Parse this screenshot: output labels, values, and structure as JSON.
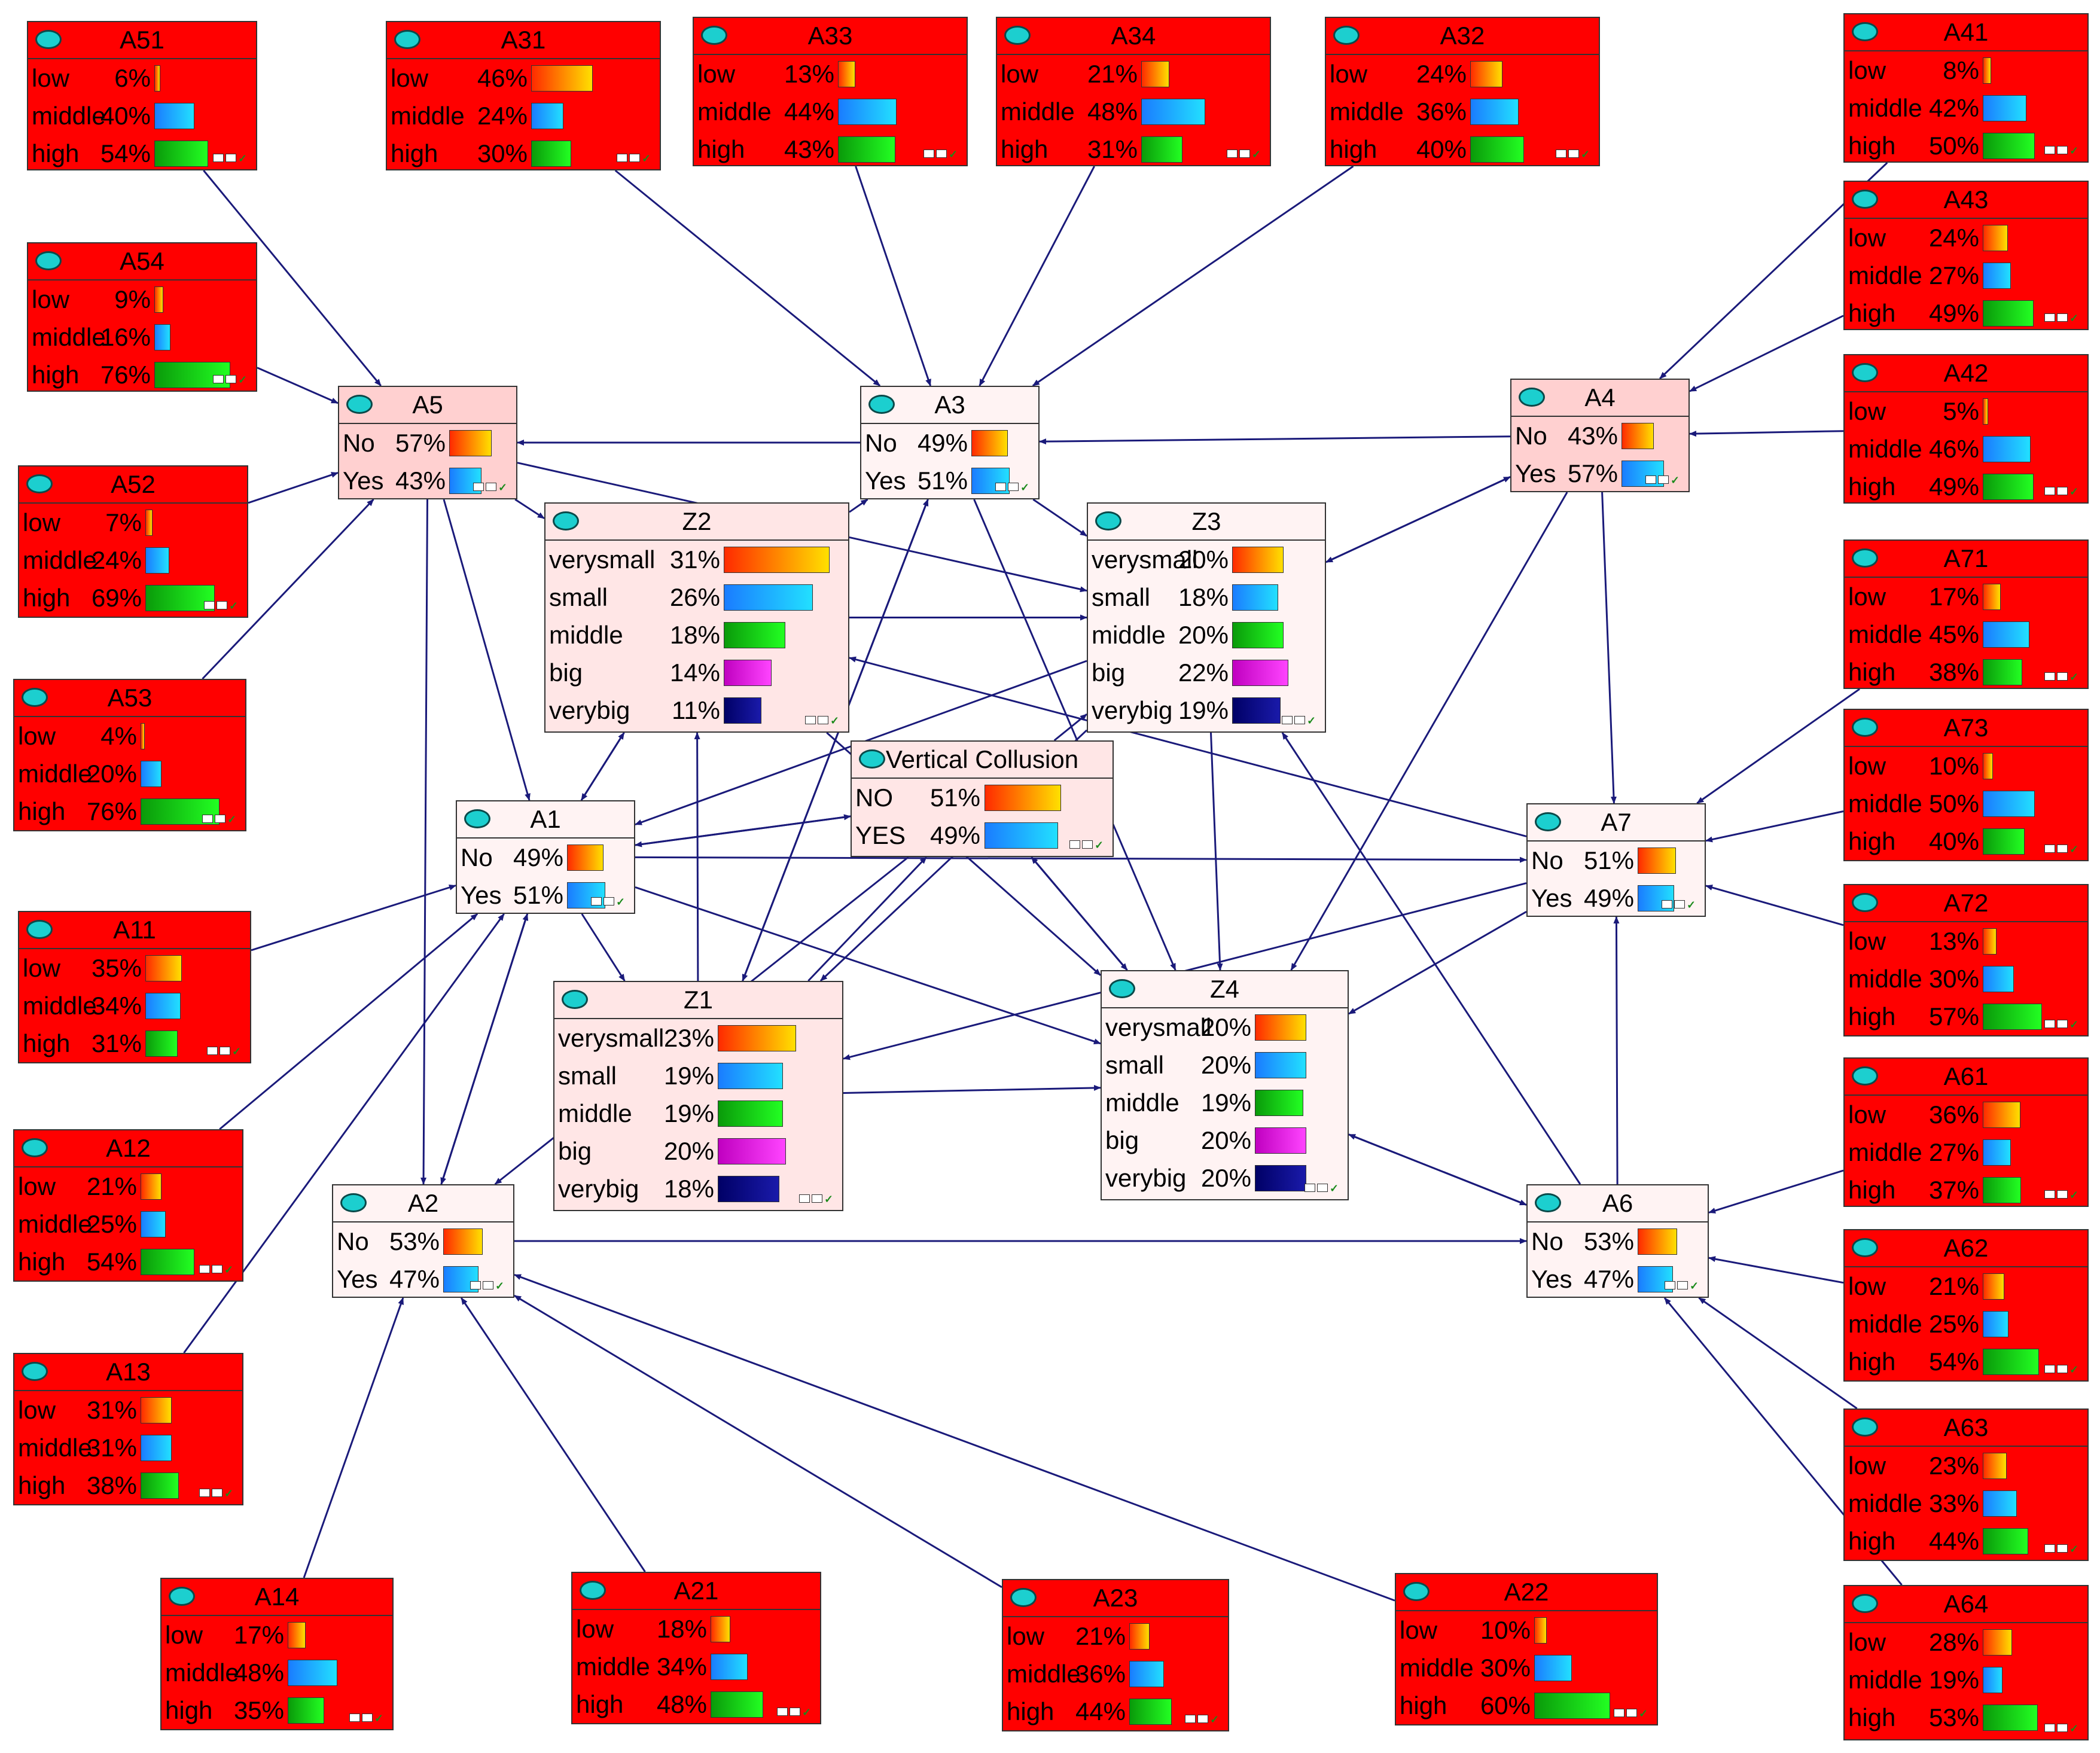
{
  "colors": {
    "leaf_background": "#ff0000",
    "node_background": "#fff3f3",
    "node_background_pink": "#ffd0d0",
    "edge": "#1a1a7a",
    "state_bar_colors": [
      "orange-gradient",
      "cyan-blue",
      "green",
      "magenta",
      "navy"
    ]
  },
  "icons": {
    "node_header": "cyan-ellipse-icon",
    "node_footer": "network-check-icon"
  },
  "nodes": {
    "A51": {
      "title": "A51",
      "states": [
        {
          "label": "low",
          "pct": "6%",
          "value": 6
        },
        {
          "label": "middle",
          "pct": "40%",
          "value": 40
        },
        {
          "label": "high",
          "pct": "54%",
          "value": 54
        }
      ]
    },
    "A31": {
      "title": "A31",
      "states": [
        {
          "label": "low",
          "pct": "46%",
          "value": 46
        },
        {
          "label": "middle",
          "pct": "24%",
          "value": 24
        },
        {
          "label": "high",
          "pct": "30%",
          "value": 30
        }
      ]
    },
    "A33": {
      "title": "A33",
      "states": [
        {
          "label": "low",
          "pct": "13%",
          "value": 13
        },
        {
          "label": "middle",
          "pct": "44%",
          "value": 44
        },
        {
          "label": "high",
          "pct": "43%",
          "value": 43
        }
      ]
    },
    "A34": {
      "title": "A34",
      "states": [
        {
          "label": "low",
          "pct": "21%",
          "value": 21
        },
        {
          "label": "middle",
          "pct": "48%",
          "value": 48
        },
        {
          "label": "high",
          "pct": "31%",
          "value": 31
        }
      ]
    },
    "A32": {
      "title": "A32",
      "states": [
        {
          "label": "low",
          "pct": "24%",
          "value": 24
        },
        {
          "label": "middle",
          "pct": "36%",
          "value": 36
        },
        {
          "label": "high",
          "pct": "40%",
          "value": 40
        }
      ]
    },
    "A41": {
      "title": "A41",
      "states": [
        {
          "label": "low",
          "pct": "8%",
          "value": 8
        },
        {
          "label": "middle",
          "pct": "42%",
          "value": 42
        },
        {
          "label": "high",
          "pct": "50%",
          "value": 50
        }
      ]
    },
    "A43": {
      "title": "A43",
      "states": [
        {
          "label": "low",
          "pct": "24%",
          "value": 24
        },
        {
          "label": "middle",
          "pct": "27%",
          "value": 27
        },
        {
          "label": "high",
          "pct": "49%",
          "value": 49
        }
      ]
    },
    "A54": {
      "title": "A54",
      "states": [
        {
          "label": "low",
          "pct": "9%",
          "value": 9
        },
        {
          "label": "middle",
          "pct": "16%",
          "value": 16
        },
        {
          "label": "high",
          "pct": "76%",
          "value": 76
        }
      ]
    },
    "A42": {
      "title": "A42",
      "states": [
        {
          "label": "low",
          "pct": "5%",
          "value": 5
        },
        {
          "label": "middle",
          "pct": "46%",
          "value": 46
        },
        {
          "label": "high",
          "pct": "49%",
          "value": 49
        }
      ]
    },
    "A52": {
      "title": "A52",
      "states": [
        {
          "label": "low",
          "pct": "7%",
          "value": 7
        },
        {
          "label": "middle",
          "pct": "24%",
          "value": 24
        },
        {
          "label": "high",
          "pct": "69%",
          "value": 69
        }
      ]
    },
    "A71": {
      "title": "A71",
      "states": [
        {
          "label": "low",
          "pct": "17%",
          "value": 17
        },
        {
          "label": "middle",
          "pct": "45%",
          "value": 45
        },
        {
          "label": "high",
          "pct": "38%",
          "value": 38
        }
      ]
    },
    "A53": {
      "title": "A53",
      "states": [
        {
          "label": "low",
          "pct": "4%",
          "value": 4
        },
        {
          "label": "middle",
          "pct": "20%",
          "value": 20
        },
        {
          "label": "high",
          "pct": "76%",
          "value": 76
        }
      ]
    },
    "A73": {
      "title": "A73",
      "states": [
        {
          "label": "low",
          "pct": "10%",
          "value": 10
        },
        {
          "label": "middle",
          "pct": "50%",
          "value": 50
        },
        {
          "label": "high",
          "pct": "40%",
          "value": 40
        }
      ]
    },
    "A11": {
      "title": "A11",
      "states": [
        {
          "label": "low",
          "pct": "35%",
          "value": 35
        },
        {
          "label": "middle",
          "pct": "34%",
          "value": 34
        },
        {
          "label": "high",
          "pct": "31%",
          "value": 31
        }
      ]
    },
    "A72": {
      "title": "A72",
      "states": [
        {
          "label": "low",
          "pct": "13%",
          "value": 13
        },
        {
          "label": "middle",
          "pct": "30%",
          "value": 30
        },
        {
          "label": "high",
          "pct": "57%",
          "value": 57
        }
      ]
    },
    "A12": {
      "title": "A12",
      "states": [
        {
          "label": "low",
          "pct": "21%",
          "value": 21
        },
        {
          "label": "middle",
          "pct": "25%",
          "value": 25
        },
        {
          "label": "high",
          "pct": "54%",
          "value": 54
        }
      ]
    },
    "A61": {
      "title": "A61",
      "states": [
        {
          "label": "low",
          "pct": "36%",
          "value": 36
        },
        {
          "label": "middle",
          "pct": "27%",
          "value": 27
        },
        {
          "label": "high",
          "pct": "37%",
          "value": 37
        }
      ]
    },
    "A62": {
      "title": "A62",
      "states": [
        {
          "label": "low",
          "pct": "21%",
          "value": 21
        },
        {
          "label": "middle",
          "pct": "25%",
          "value": 25
        },
        {
          "label": "high",
          "pct": "54%",
          "value": 54
        }
      ]
    },
    "A13": {
      "title": "A13",
      "states": [
        {
          "label": "low",
          "pct": "31%",
          "value": 31
        },
        {
          "label": "middle",
          "pct": "31%",
          "value": 31
        },
        {
          "label": "high",
          "pct": "38%",
          "value": 38
        }
      ]
    },
    "A63": {
      "title": "A63",
      "states": [
        {
          "label": "low",
          "pct": "23%",
          "value": 23
        },
        {
          "label": "middle",
          "pct": "33%",
          "value": 33
        },
        {
          "label": "high",
          "pct": "44%",
          "value": 44
        }
      ]
    },
    "A14": {
      "title": "A14",
      "states": [
        {
          "label": "low",
          "pct": "17%",
          "value": 17
        },
        {
          "label": "middle",
          "pct": "48%",
          "value": 48
        },
        {
          "label": "high",
          "pct": "35%",
          "value": 35
        }
      ]
    },
    "A21": {
      "title": "A21",
      "states": [
        {
          "label": "low",
          "pct": "18%",
          "value": 18
        },
        {
          "label": "middle",
          "pct": "34%",
          "value": 34
        },
        {
          "label": "high",
          "pct": "48%",
          "value": 48
        }
      ]
    },
    "A23": {
      "title": "A23",
      "states": [
        {
          "label": "low",
          "pct": "21%",
          "value": 21
        },
        {
          "label": "middle",
          "pct": "36%",
          "value": 36
        },
        {
          "label": "high",
          "pct": "44%",
          "value": 44
        }
      ]
    },
    "A22": {
      "title": "A22",
      "states": [
        {
          "label": "low",
          "pct": "10%",
          "value": 10
        },
        {
          "label": "middle",
          "pct": "30%",
          "value": 30
        },
        {
          "label": "high",
          "pct": "60%",
          "value": 60
        }
      ]
    },
    "A64": {
      "title": "A64",
      "states": [
        {
          "label": "low",
          "pct": "28%",
          "value": 28
        },
        {
          "label": "middle",
          "pct": "19%",
          "value": 19
        },
        {
          "label": "high",
          "pct": "53%",
          "value": 53
        }
      ]
    },
    "A5": {
      "title": "A5",
      "states": [
        {
          "label": "No",
          "pct": "57%",
          "value": 57
        },
        {
          "label": "Yes",
          "pct": "43%",
          "value": 43
        }
      ]
    },
    "A3": {
      "title": "A3",
      "states": [
        {
          "label": "No",
          "pct": "49%",
          "value": 49
        },
        {
          "label": "Yes",
          "pct": "51%",
          "value": 51
        }
      ]
    },
    "A4": {
      "title": "A4",
      "states": [
        {
          "label": "No",
          "pct": "43%",
          "value": 43
        },
        {
          "label": "Yes",
          "pct": "57%",
          "value": 57
        }
      ]
    },
    "A1": {
      "title": "A1",
      "states": [
        {
          "label": "No",
          "pct": "49%",
          "value": 49
        },
        {
          "label": "Yes",
          "pct": "51%",
          "value": 51
        }
      ]
    },
    "A7": {
      "title": "A7",
      "states": [
        {
          "label": "No",
          "pct": "51%",
          "value": 51
        },
        {
          "label": "Yes",
          "pct": "49%",
          "value": 49
        }
      ]
    },
    "A2": {
      "title": "A2",
      "states": [
        {
          "label": "No",
          "pct": "53%",
          "value": 53
        },
        {
          "label": "Yes",
          "pct": "47%",
          "value": 47
        }
      ]
    },
    "A6": {
      "title": "A6",
      "states": [
        {
          "label": "No",
          "pct": "53%",
          "value": 53
        },
        {
          "label": "Yes",
          "pct": "47%",
          "value": 47
        }
      ]
    },
    "VC": {
      "title": "Vertical Collusion",
      "states": [
        {
          "label": "NO",
          "pct": "51%",
          "value": 51
        },
        {
          "label": "YES",
          "pct": "49%",
          "value": 49
        }
      ]
    },
    "Z2": {
      "title": "Z2",
      "states": [
        {
          "label": "verysmall",
          "pct": "31%",
          "value": 31
        },
        {
          "label": "small",
          "pct": "26%",
          "value": 26
        },
        {
          "label": "middle",
          "pct": "18%",
          "value": 18
        },
        {
          "label": "big",
          "pct": "14%",
          "value": 14
        },
        {
          "label": "verybig",
          "pct": "11%",
          "value": 11
        }
      ]
    },
    "Z3": {
      "title": "Z3",
      "states": [
        {
          "label": "verysmall",
          "pct": "20%",
          "value": 20
        },
        {
          "label": "small",
          "pct": "18%",
          "value": 18
        },
        {
          "label": "middle",
          "pct": "20%",
          "value": 20
        },
        {
          "label": "big",
          "pct": "22%",
          "value": 22
        },
        {
          "label": "verybig",
          "pct": "19%",
          "value": 19
        }
      ]
    },
    "Z1": {
      "title": "Z1",
      "states": [
        {
          "label": "verysmall",
          "pct": "23%",
          "value": 23
        },
        {
          "label": "small",
          "pct": "19%",
          "value": 19
        },
        {
          "label": "middle",
          "pct": "19%",
          "value": 19
        },
        {
          "label": "big",
          "pct": "20%",
          "value": 20
        },
        {
          "label": "verybig",
          "pct": "18%",
          "value": 18
        }
      ]
    },
    "Z4": {
      "title": "Z4",
      "states": [
        {
          "label": "verysmall",
          "pct": "20%",
          "value": 20
        },
        {
          "label": "small",
          "pct": "20%",
          "value": 20
        },
        {
          "label": "middle",
          "pct": "19%",
          "value": 19
        },
        {
          "label": "big",
          "pct": "20%",
          "value": 20
        },
        {
          "label": "verybig",
          "pct": "20%",
          "value": 20
        }
      ]
    }
  },
  "edges": [
    [
      "A51",
      "A5"
    ],
    [
      "A54",
      "A5"
    ],
    [
      "A52",
      "A5"
    ],
    [
      "A53",
      "A5"
    ],
    [
      "A31",
      "A3"
    ],
    [
      "A33",
      "A3"
    ],
    [
      "A34",
      "A3"
    ],
    [
      "A32",
      "A3"
    ],
    [
      "A41",
      "A4"
    ],
    [
      "A43",
      "A4"
    ],
    [
      "A42",
      "A4"
    ],
    [
      "A71",
      "A7"
    ],
    [
      "A73",
      "A7"
    ],
    [
      "A72",
      "A7"
    ],
    [
      "A61",
      "A6"
    ],
    [
      "A62",
      "A6"
    ],
    [
      "A63",
      "A6"
    ],
    [
      "A64",
      "A6"
    ],
    [
      "A11",
      "A1"
    ],
    [
      "A12",
      "A1"
    ],
    [
      "A13",
      "A1"
    ],
    [
      "A14",
      "A2"
    ],
    [
      "A21",
      "A2"
    ],
    [
      "A23",
      "A2"
    ],
    [
      "A22",
      "A2"
    ],
    [
      "A3",
      "A5"
    ],
    [
      "A4",
      "A3"
    ],
    [
      "A5",
      "A2"
    ],
    [
      "A5",
      "Z2"
    ],
    [
      "A5",
      "Z3"
    ],
    [
      "A5",
      "A1"
    ],
    [
      "A3",
      "Z3"
    ],
    [
      "A3",
      "Z1"
    ],
    [
      "A3",
      "Z4"
    ],
    [
      "Z2",
      "A3"
    ],
    [
      "Z1",
      "A3"
    ],
    [
      "A4",
      "Z3"
    ],
    [
      "A4",
      "Z4"
    ],
    [
      "A4",
      "A7"
    ],
    [
      "Z3",
      "A4"
    ],
    [
      "Z2",
      "Z3"
    ],
    [
      "Z2",
      "Z4"
    ],
    [
      "Z2",
      "A1"
    ],
    [
      "Z3",
      "A1"
    ],
    [
      "Z3",
      "Z1"
    ],
    [
      "Z3",
      "Z4"
    ],
    [
      "A1",
      "Z2"
    ],
    [
      "A1",
      "Z1"
    ],
    [
      "A1",
      "Z4"
    ],
    [
      "A1",
      "A7"
    ],
    [
      "A1",
      "A2"
    ],
    [
      "A2",
      "A1"
    ],
    [
      "A2",
      "A6"
    ],
    [
      "VC",
      "A1"
    ],
    [
      "VC",
      "Z3"
    ],
    [
      "VC",
      "Z4"
    ],
    [
      "VC",
      "A2"
    ],
    [
      "Z1",
      "VC"
    ],
    [
      "A1",
      "VC"
    ],
    [
      "Z4",
      "VC"
    ],
    [
      "Z1",
      "Z2"
    ],
    [
      "Z1",
      "Z4"
    ],
    [
      "A7",
      "Z2"
    ],
    [
      "A7",
      "Z1"
    ],
    [
      "A7",
      "Z4"
    ],
    [
      "Z4",
      "A6"
    ],
    [
      "A6",
      "Z4"
    ],
    [
      "A6",
      "A7"
    ],
    [
      "A6",
      "Z3"
    ]
  ]
}
